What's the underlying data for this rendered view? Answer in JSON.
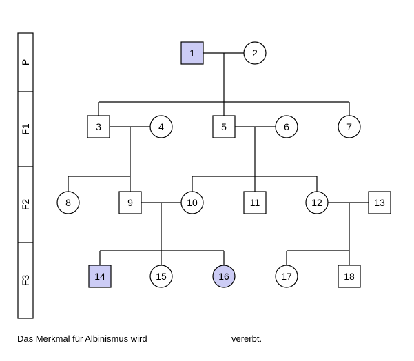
{
  "generations": [
    "P",
    "F1",
    "F2",
    "F3"
  ],
  "individuals": [
    {
      "id": "1",
      "shape": "square",
      "affected": true
    },
    {
      "id": "2",
      "shape": "circle",
      "affected": false
    },
    {
      "id": "3",
      "shape": "square",
      "affected": false
    },
    {
      "id": "4",
      "shape": "circle",
      "affected": false
    },
    {
      "id": "5",
      "shape": "square",
      "affected": false
    },
    {
      "id": "6",
      "shape": "circle",
      "affected": false
    },
    {
      "id": "7",
      "shape": "circle",
      "affected": false
    },
    {
      "id": "8",
      "shape": "circle",
      "affected": false
    },
    {
      "id": "9",
      "shape": "square",
      "affected": false
    },
    {
      "id": "10",
      "shape": "circle",
      "affected": false
    },
    {
      "id": "11",
      "shape": "square",
      "affected": false
    },
    {
      "id": "12",
      "shape": "circle",
      "affected": false
    },
    {
      "id": "13",
      "shape": "square",
      "affected": false
    },
    {
      "id": "14",
      "shape": "square",
      "affected": true
    },
    {
      "id": "15",
      "shape": "circle",
      "affected": false
    },
    {
      "id": "16",
      "shape": "circle",
      "affected": true
    },
    {
      "id": "17",
      "shape": "circle",
      "affected": false
    },
    {
      "id": "18",
      "shape": "square",
      "affected": false
    }
  ],
  "caption": {
    "before_blank": "Das Merkmal für Albinismus wird",
    "after_blank": "vererbt."
  },
  "colors": {
    "affected_fill": "#ccccf5",
    "unaffected_fill": "#ffffff",
    "stroke": "#000000"
  }
}
